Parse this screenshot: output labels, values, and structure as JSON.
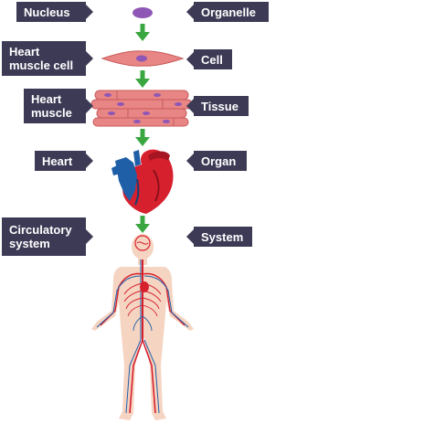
{
  "levels": [
    {
      "example": "Nucleus",
      "level": "Organelle"
    },
    {
      "example": "Heart muscle cell",
      "level": "Cell"
    },
    {
      "example": "Heart muscle",
      "level": "Tissue"
    },
    {
      "example": "Heart",
      "level": "Organ"
    },
    {
      "example": "Circulatory system",
      "level": "System"
    }
  ],
  "colors": {
    "label_bg": "#3d3a55",
    "label_text": "#ffffff",
    "arrow": "#3aa640",
    "nucleus": "#8e56b5",
    "muscle": "#e88585",
    "muscle_dark": "#c95a5a",
    "heart_red": "#d6202e",
    "heart_blue": "#1f5fa8",
    "skin": "#f6d4c2"
  }
}
